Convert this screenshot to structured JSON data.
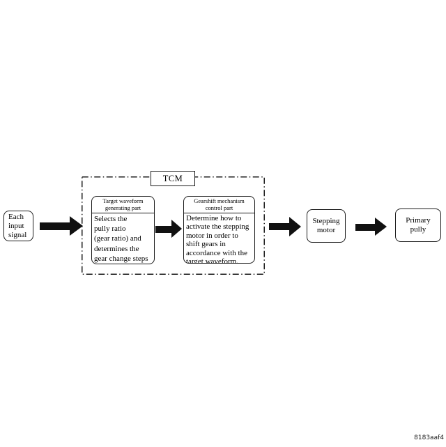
{
  "diagram": {
    "tcm_label": "TCM",
    "footnote": "8183aaf4",
    "colors": {
      "line": "#1a1a1a",
      "arrow": "#111111",
      "background": "#ffffff",
      "text": "#000000"
    },
    "nodes": {
      "input": {
        "text": "Each\ninput\nsignal"
      },
      "target_waveform": {
        "header": "Target waveform\ngenerating part",
        "body": "Selects the\npully ratio\n(gear ratio) and\ndetermines the\ngear change steps"
      },
      "gearshift": {
        "header": "Gearshift mechanism\ncontrol part",
        "body": "Determine how to\nactivate the stepping\nmotor in order to\nshift gears in\naccordance with the\ntarget waveform."
      },
      "stepping_motor": {
        "text": "Stepping\nmotor"
      },
      "primary_pully": {
        "text": "Primary\npully"
      }
    }
  }
}
